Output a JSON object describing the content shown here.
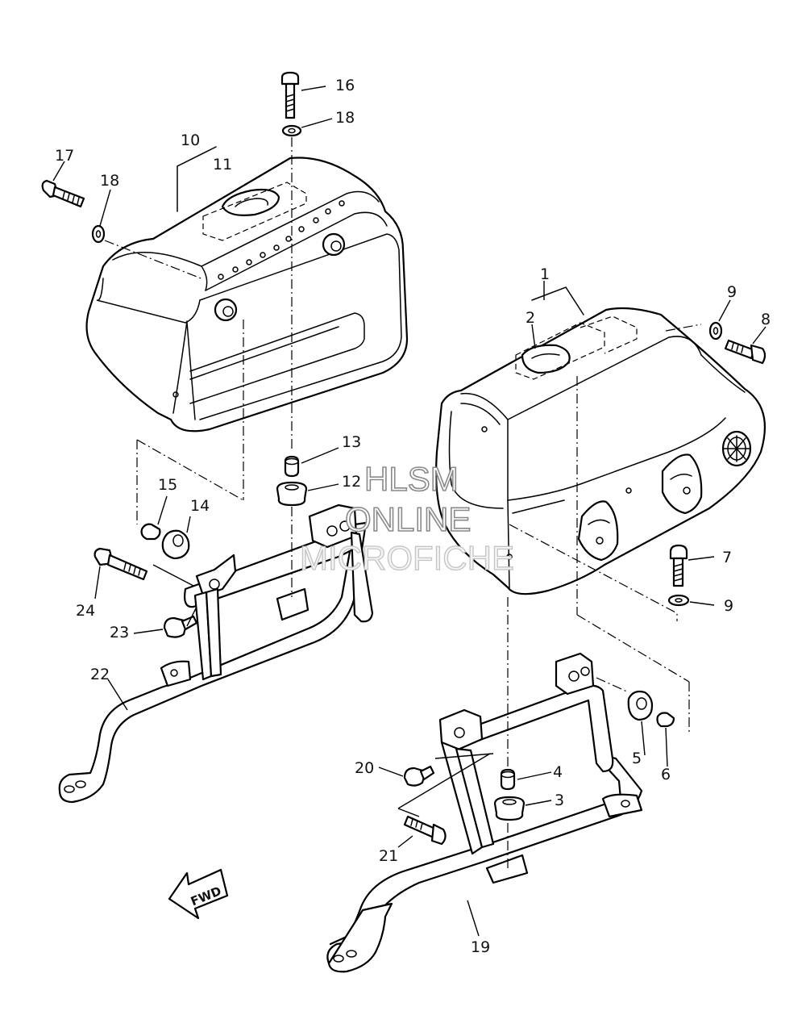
{
  "diagram": {
    "callouts": {
      "c1": "1",
      "c2": "2",
      "c3": "3",
      "c4": "4",
      "c5": "5",
      "c6": "6",
      "c7": "7",
      "c8": "8",
      "c9a": "9",
      "c9b": "9",
      "c10": "10",
      "c11": "11",
      "c12": "12",
      "c13": "13",
      "c14": "14",
      "c15": "15",
      "c16": "16",
      "c17": "17",
      "c18a": "18",
      "c18b": "18",
      "c19": "19",
      "c20": "20",
      "c21": "21",
      "c22": "22",
      "c23": "23",
      "c24": "24"
    },
    "direction_arrow": "FWD",
    "watermark": {
      "line1": "HLSM",
      "line2": "ONLINE",
      "line3": "MICROFICHE"
    }
  }
}
